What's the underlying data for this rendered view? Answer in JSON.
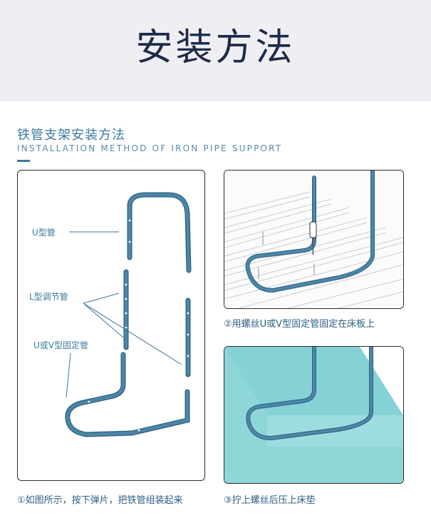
{
  "header": {
    "title": "安装方法"
  },
  "section": {
    "title": "铁管支架安装方法",
    "subtitle": "INSTALLATION METHOD OF IRON PIPE SUPPORT"
  },
  "diagram_labels": {
    "u_tube": "U型管",
    "l_adjust": "L型调节管",
    "uv_fixed": "U或V型固定管"
  },
  "captions": {
    "step1": "①如图所示，按下弹片，把铁管组装起来",
    "step2": "②用螺丝U或V型固定管固定在床板上",
    "step3": "③拧上螺丝后压上床垫"
  },
  "colors": {
    "header_bg": "#efeef3",
    "title": "#1e2a48",
    "accent": "#3d7a9e",
    "pipe": "#4b86a8",
    "mattress": "#7fcfd3"
  }
}
